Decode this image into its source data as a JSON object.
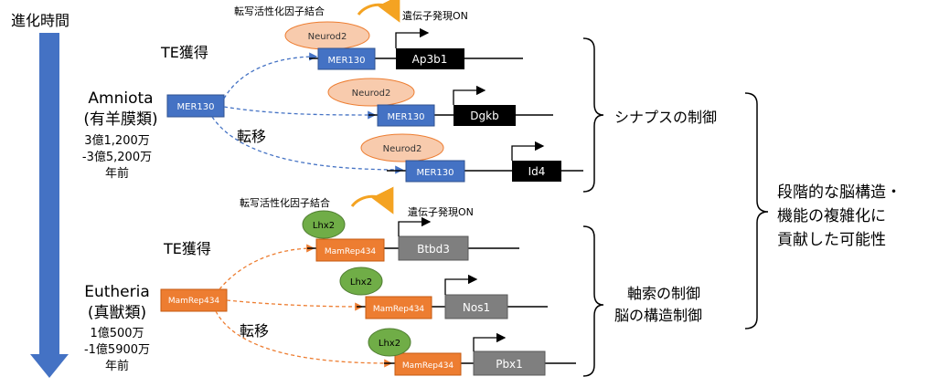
{
  "axis": {
    "label": "進化時間",
    "arrow_color": "#4472C4"
  },
  "amniota": {
    "name": "Amniota",
    "jp": "(有羊膜類)",
    "time1": "3億1,200万",
    "time2": "-3億5,200万",
    "time3": "年前",
    "te_gain": "TE獲得",
    "transposition": "転移",
    "source_te": "MER130",
    "annotation_binding": "転写活性化因子結合",
    "annotation_on": "遺伝子発現ON",
    "factor": "Neurod2",
    "genes": [
      {
        "te": "MER130",
        "factor": "Neurod2",
        "gene": "Ap3b1"
      },
      {
        "te": "MER130",
        "factor": "Neurod2",
        "gene": "Dgkb"
      },
      {
        "te": "MER130",
        "factor": "Neurod2",
        "gene": "Id4"
      }
    ],
    "role": "シナプスの制御",
    "colors": {
      "te": "#4472C4",
      "factor": "#F8CBAD",
      "gene": "#000000"
    }
  },
  "eutheria": {
    "name": "Eutheria",
    "jp": "(真獣類)",
    "time1": "1億500万",
    "time2": "-1億5900万",
    "time3": "年前",
    "te_gain": "TE獲得",
    "transposition": "転移",
    "source_te": "MamRep434",
    "annotation_binding": "転写活性化因子結合",
    "annotation_on": "遺伝子発現ON",
    "factor": "Lhx2",
    "genes": [
      {
        "te": "MamRep434",
        "factor": "Lhx2",
        "gene": "Btbd3"
      },
      {
        "te": "MamRep434",
        "factor": "Lhx2",
        "gene": "Nos1"
      },
      {
        "te": "MamRep434",
        "factor": "Lhx2",
        "gene": "Pbx1"
      }
    ],
    "role1": "軸索の制御",
    "role2": "脳の構造制御",
    "colors": {
      "te": "#ED7D31",
      "factor": "#70AD47",
      "gene": "#7F7F7F"
    }
  },
  "conclusion": {
    "line1": "段階的な脳構造・",
    "line2": "機能の複雑化に",
    "line3": "貢献した可能性"
  }
}
